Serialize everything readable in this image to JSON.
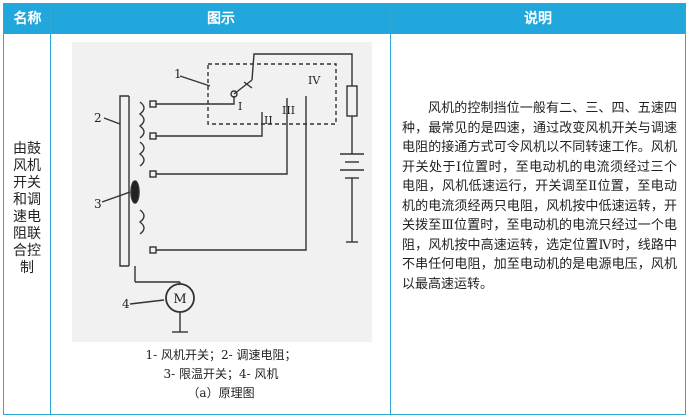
{
  "header": {
    "col_name": "名称",
    "col_figure": "图示",
    "col_desc": "说明"
  },
  "row": {
    "name": "由鼓风机开关和调速电阻联合控制",
    "figure": {
      "callouts": [
        "1",
        "2",
        "3",
        "4"
      ],
      "positions": [
        "I",
        "II",
        "III",
        "IV"
      ],
      "motor_symbol": "M",
      "caption_line1": "1- 风机开关；2- 调速电阻；",
      "caption_line2": "3- 限温开关；4- 风机",
      "caption_line3": "（a）原理图"
    },
    "description": "风机的控制挡位一般有二、三、四、五速四种，最常见的是四速，通过改变风机开关与调速电阻的接通方式可令风机以不同转速工作。风机开关处于Ⅰ位置时，至电动机的电流须经过三个电阻，风机低速运行，开关调至Ⅱ位置，至电动机的电流须经两只电阻，风机按中低速运转，开关拨至Ⅲ位置时，至电动机的电流只经过一个电阻，风机按中高速运转，选定位置Ⅳ时，线路中不串任何电阻，加至电动机的是电源电压，风机以最高速运转。"
  },
  "colors": {
    "header_bg": "#22a7dc",
    "border": "#2ea9d6",
    "figure_bg": "#f1f1f1"
  }
}
